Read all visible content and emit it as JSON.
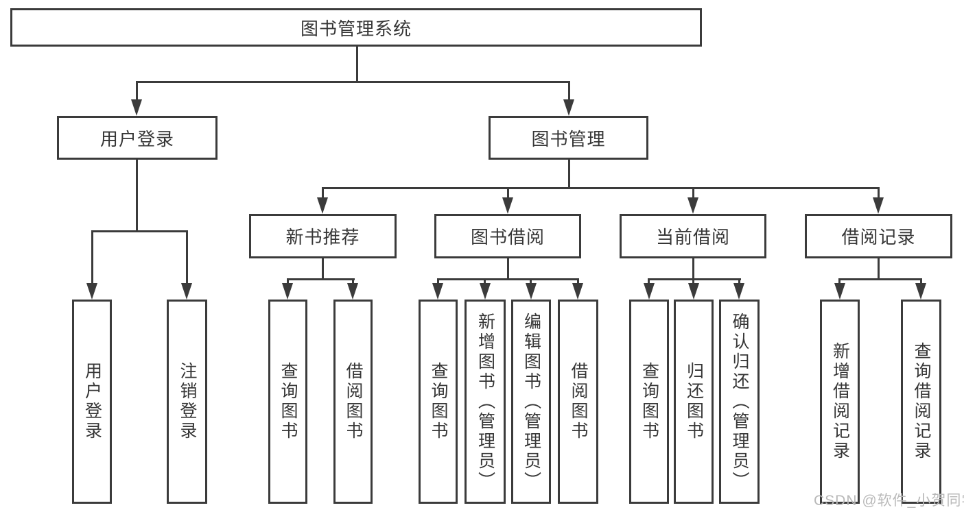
{
  "tree": {
    "root": {
      "label": "图书管理系统"
    },
    "branches": [
      {
        "label": "用户登录",
        "leaves": [
          {
            "label": "用户登录"
          },
          {
            "label": "注销登录"
          }
        ]
      },
      {
        "label": "图书管理",
        "sections": [
          {
            "label": "新书推荐",
            "leaves": [
              {
                "label": "查询图书"
              },
              {
                "label": "借阅图书"
              }
            ]
          },
          {
            "label": "图书借阅",
            "leaves": [
              {
                "label": "查询图书"
              },
              {
                "label": "新增图书（管理员）"
              },
              {
                "label": "编辑图书（管理员）"
              },
              {
                "label": "借阅图书"
              }
            ]
          },
          {
            "label": "当前借阅",
            "leaves": [
              {
                "label": "查询图书"
              },
              {
                "label": "归还图书"
              },
              {
                "label": "确认归还（管理员）"
              }
            ]
          },
          {
            "label": "借阅记录",
            "leaves": [
              {
                "label": "新增借阅记录"
              },
              {
                "label": "查询借阅记录"
              }
            ]
          }
        ]
      }
    ]
  },
  "watermark": {
    "text": "CSDN @软件_小贺同学"
  },
  "colors": {
    "line": "#3b3b3b",
    "text": "#363636",
    "watermark": "#b9b9b9",
    "background": "#ffffff"
  }
}
